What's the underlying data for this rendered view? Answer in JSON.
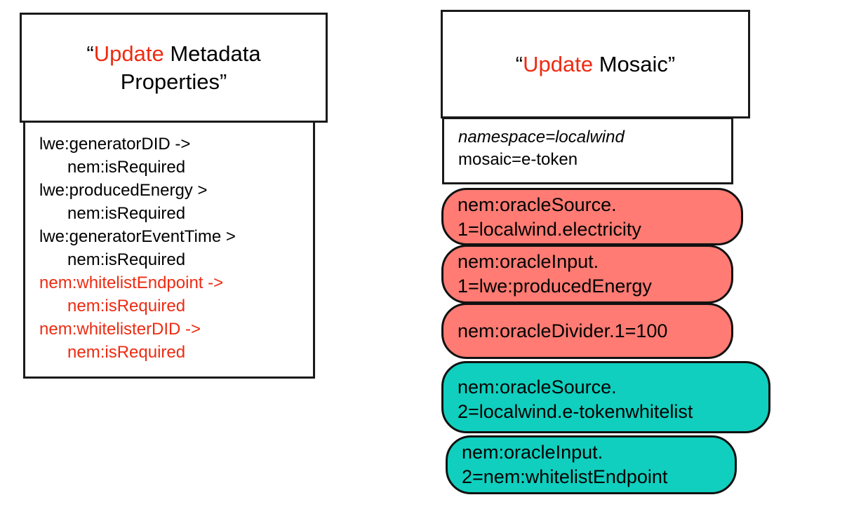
{
  "left_panel": {
    "title_lines": [
      {
        "quote_open": "“",
        "highlight": "Update",
        "rest": " Metadata"
      },
      {
        "rest": "Properties”"
      }
    ],
    "properties": [
      {
        "key": "lwe:generatorDID ->",
        "value": "nem:isRequired",
        "highlight": false
      },
      {
        "key": "lwe:producedEnergy >",
        "value": "nem:isRequired",
        "highlight": false
      },
      {
        "key": "lwe:generatorEventTime >",
        "value": "nem:isRequired",
        "highlight": false
      },
      {
        "key": "nem:whitelistEndpoint ->",
        "value": "nem:isRequired",
        "highlight": true
      },
      {
        "key": "nem:whitelisterDID ->",
        "value": "nem:isRequired",
        "highlight": true
      }
    ]
  },
  "right_panel": {
    "title": {
      "quote_open": "“",
      "highlight": "Update",
      "rest": " Mosaic”"
    },
    "namespace": "namespace=localwind",
    "mosaic": "mosaic=e-token",
    "oracle_items": [
      {
        "line1": "nem:oracleSource.",
        "line2": "1=localwind.electricity",
        "color": "#ff7b73"
      },
      {
        "line1": "nem:oracleInput.",
        "line2": "1=lwe:producedEnergy",
        "color": "#ff7b73"
      },
      {
        "line1": "nem:oracleDivider.1=100",
        "line2": "",
        "color": "#ff7b73"
      },
      {
        "line1": "nem:oracleSource.",
        "line2": "2=localwind.e-tokenwhitelist",
        "color": "#10cfbe"
      },
      {
        "line1": "nem:oracleInput.",
        "line2": "2=nem:whitelistEndpoint",
        "color": "#10cfbe"
      }
    ]
  },
  "colors": {
    "highlight_text": "#ee2b12",
    "salmon": "#ff7b73",
    "teal": "#10cfbe"
  }
}
